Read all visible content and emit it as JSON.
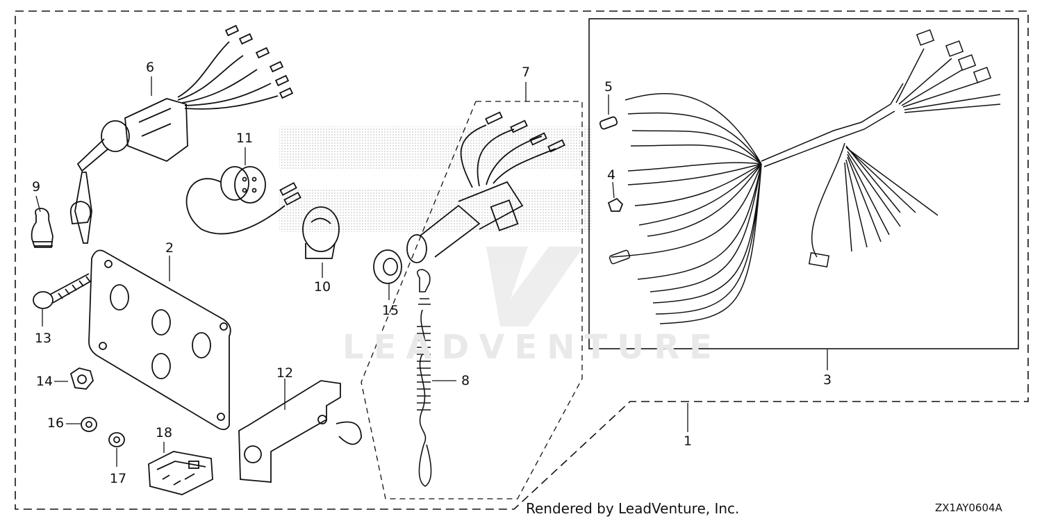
{
  "diagram": {
    "callouts": [
      {
        "id": "1",
        "label": "1"
      },
      {
        "id": "2",
        "label": "2"
      },
      {
        "id": "3",
        "label": "3"
      },
      {
        "id": "4",
        "label": "4"
      },
      {
        "id": "5",
        "label": "5"
      },
      {
        "id": "6",
        "label": "6"
      },
      {
        "id": "7",
        "label": "7"
      },
      {
        "id": "8",
        "label": "8"
      },
      {
        "id": "9",
        "label": "9"
      },
      {
        "id": "10",
        "label": "10"
      },
      {
        "id": "11",
        "label": "11"
      },
      {
        "id": "12",
        "label": "12"
      },
      {
        "id": "13",
        "label": "13"
      },
      {
        "id": "14",
        "label": "14"
      },
      {
        "id": "15",
        "label": "15"
      },
      {
        "id": "16",
        "label": "16"
      },
      {
        "id": "17",
        "label": "17"
      },
      {
        "id": "18",
        "label": "18"
      }
    ],
    "footer": {
      "credit": "Rendered by LeadVenture, Inc.",
      "code": "ZX1AY0604A"
    },
    "watermark": {
      "text": "LEADVENTURE"
    }
  }
}
